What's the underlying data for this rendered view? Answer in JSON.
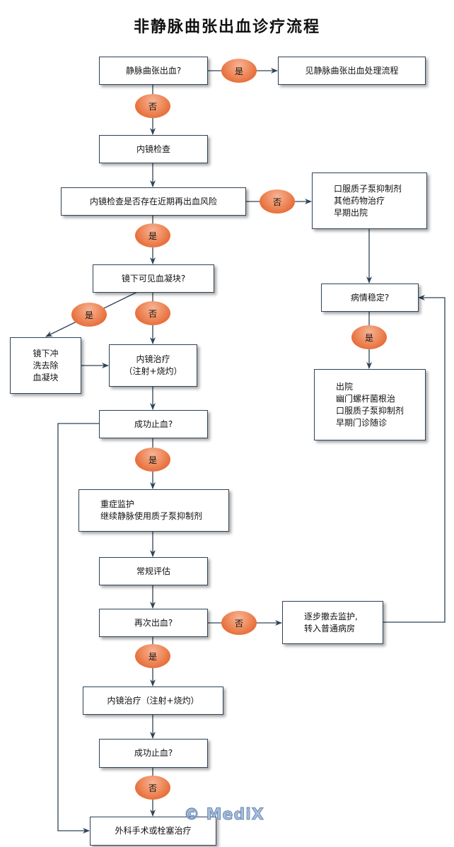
{
  "title": "非静脉曲张出血诊疗流程",
  "watermark": "© MediX",
  "colors": {
    "line": "#2f4356",
    "oval": "#e8703a",
    "box_border": "#2f4356"
  },
  "nodes": {
    "q_varix": "静脉曲张出血?",
    "see_varix_flow": "见静脉曲张出血处理流程",
    "endoscopy": "内镜检查",
    "q_rebleed_risk": "内镜检查是否存在近期再出血风险",
    "low_risk_tx": "口服质子泵抑制剂\n其他药物治疗\n早期出院",
    "q_clot": "镜下可见血凝块?",
    "wash_clot": "镜下冲\n洗去除\n血凝块",
    "endo_tx_1": "内镜治疗\n（注射+烧灼）",
    "q_stable": "病情稳定?",
    "discharge": "出院\n幽门螺杆菌根治\n口服质子泵抑制剂\n早期门诊随诊",
    "q_hemostasis_1": "成功止血?",
    "icu": "重症监护\n继续静脉使用质子泵抑制剂",
    "routine_eval": "常规评估",
    "q_rebleed": "再次出血?",
    "step_down": "逐步撤去监护,\n转入普通病房",
    "endo_tx_2": "内镜治疗（注射+烧灼）",
    "q_hemostasis_2": "成功止血?",
    "surgery": "外科手术或栓塞治疗"
  },
  "labels": {
    "yes": "是",
    "no": "否"
  }
}
